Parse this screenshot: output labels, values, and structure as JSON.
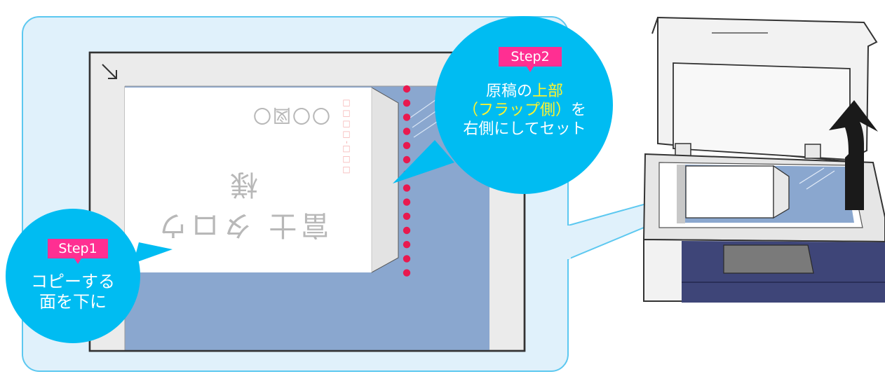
{
  "step1": {
    "tag": "Step1",
    "line1": "コピーする",
    "line2": "面を下に"
  },
  "step2": {
    "tag": "Step2",
    "line1_a": "原稿の",
    "line1_b": "上部",
    "line2_a": "（フラップ側）",
    "line2_b": "を",
    "line3": "右側にしてセット"
  },
  "envelope": {
    "name": "富士 タロウ 様",
    "suffix": "〇〇図〇",
    "postal": "□□□-□□□□"
  },
  "colors": {
    "panel_bg": "#e0f1fb",
    "panel_border": "#5cc8f0",
    "bubble": "#00bcf2",
    "tag": "#ff2f92",
    "highlight": "#fff42c",
    "glass": "#8aa7cf",
    "dots": "#e8194f",
    "machine_panel": "#3e4578"
  },
  "icons": [
    "corner-arrow-icon",
    "lift-arrow-icon"
  ]
}
